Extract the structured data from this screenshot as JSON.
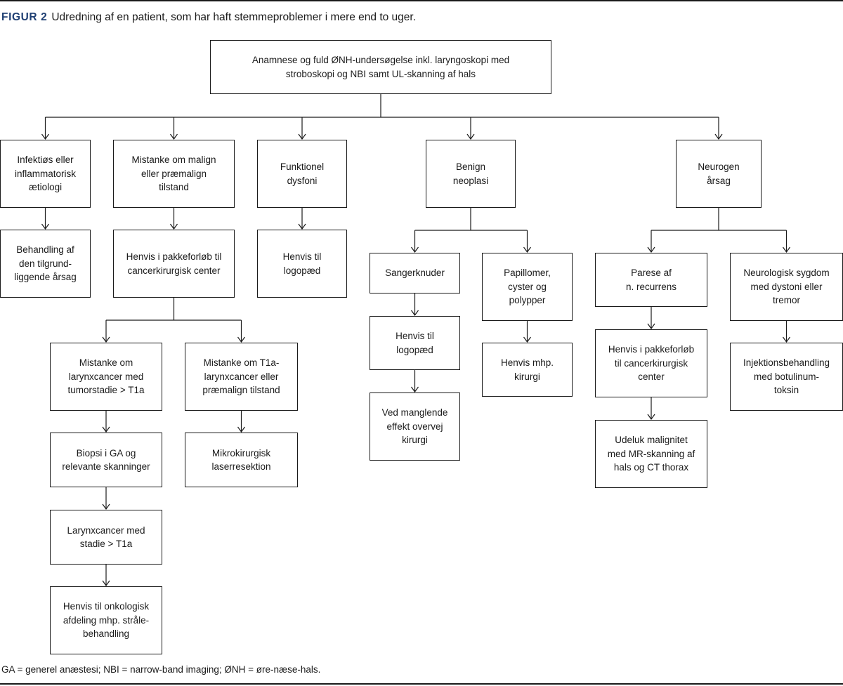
{
  "caption": {
    "figure_label": "FIGUR 2",
    "title": "Udredning af en patient, som har haft stemmeproblemer i mere end to uger."
  },
  "footnote": "GA = generel anæstesi; NBI = narrow-band imaging; ØNH = øre-næse-hals.",
  "nodes": {
    "root": "Anamnese og fuld ØNH-undersøgelse inkl. laryngoskopi med\nstroboskopi og NBI samt UL-skanning af hals",
    "infektios": "Infektiøs eller\ninflammatorisk\nætiologi",
    "mistanke_malign": "Mistanke om malign\neller præmalign\ntilstand",
    "funktionel": "Funktionel\ndysfoni",
    "benign": "Benign\nneoplasi",
    "neurogen": "Neurogen\nårsag",
    "behandling": "Behandling af\nden tilgrund-\nliggende årsag",
    "henvis_pakke": "Henvis i pakkeforløb til\ncancerkirurgisk center",
    "henvis_logo_1": "Henvis til\nlogopæd",
    "sangerknuder": "Sangerknuder",
    "papillomer": "Papillomer,\ncyster og\npolypper",
    "parese": "Parese af\nn. recurrens",
    "neurologisk": "Neurologisk sygdom\nmed dystoni eller\ntremor",
    "mistanke_larynx": "Mistanke om\nlarynxcancer med\ntumorstadie > T1a",
    "mistanke_t1a": "Mistanke om T1a-\nlarynxcancer eller\npræmalign tilstand",
    "henvis_logo_2": "Henvis til\nlogopæd",
    "henvis_kirurgi": "Henvis mhp.\nkirurgi",
    "henvis_pakke_2": "Henvis i pakkeforløb\ntil cancerkirurgisk\ncenter",
    "injektion": "Injektionsbehandling\nmed botulinum-\ntoksin",
    "biopsi": "Biopsi i GA og\nrelevante skanninger",
    "mikro": "Mikrokirurgisk\nlaserresektion",
    "ved_manglende": "Ved manglende\neffekt overvej\nkirurgi",
    "udeluk": "Udeluk malignitet\nmed MR-skanning af\nhals og CT thorax",
    "larynxcancer": "Larynxcancer med\nstadie > T1a",
    "henvis_onko": "Henvis til onkologisk\nafdeling mhp. stråle-\nbehandling"
  },
  "edges": [
    [
      "root",
      "infektios"
    ],
    [
      "root",
      "mistanke_malign"
    ],
    [
      "root",
      "funktionel"
    ],
    [
      "root",
      "benign"
    ],
    [
      "root",
      "neurogen"
    ],
    [
      "infektios",
      "behandling"
    ],
    [
      "mistanke_malign",
      "henvis_pakke"
    ],
    [
      "funktionel",
      "henvis_logo_1"
    ],
    [
      "benign",
      "sangerknuder"
    ],
    [
      "benign",
      "papillomer"
    ],
    [
      "neurogen",
      "parese"
    ],
    [
      "neurogen",
      "neurologisk"
    ],
    [
      "henvis_pakke",
      "mistanke_larynx"
    ],
    [
      "henvis_pakke",
      "mistanke_t1a"
    ],
    [
      "sangerknuder",
      "henvis_logo_2"
    ],
    [
      "papillomer",
      "henvis_kirurgi"
    ],
    [
      "parese",
      "henvis_pakke_2"
    ],
    [
      "neurologisk",
      "injektion"
    ],
    [
      "mistanke_larynx",
      "biopsi"
    ],
    [
      "mistanke_t1a",
      "mikro"
    ],
    [
      "henvis_logo_2",
      "ved_manglende"
    ],
    [
      "henvis_pakke_2",
      "udeluk"
    ],
    [
      "biopsi",
      "larynxcancer"
    ],
    [
      "larynxcancer",
      "henvis_onko"
    ]
  ]
}
